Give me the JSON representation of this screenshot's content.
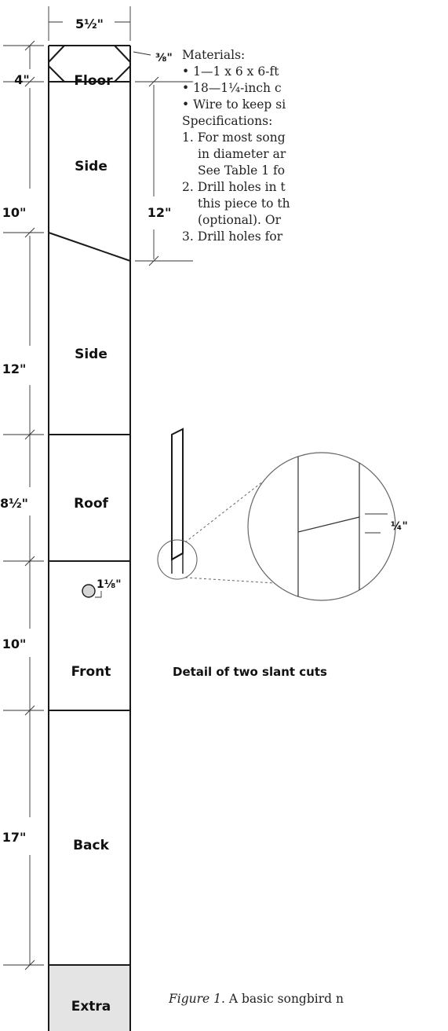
{
  "board": {
    "width_label": "5½\"",
    "corner_label": "⅜\"",
    "sections": [
      {
        "name": "Floor",
        "dim": "4\""
      },
      {
        "name": "Side",
        "dim": "10\""
      },
      {
        "name": "Side",
        "dim": "12\""
      },
      {
        "name": "Roof",
        "dim": "8½\""
      },
      {
        "name": "Front",
        "dim": "10\""
      },
      {
        "name": "Back",
        "dim": "17\""
      },
      {
        "name": "Extra",
        "dim": ""
      }
    ],
    "side_height_label": "12\"",
    "hole_label": "1⅛\""
  },
  "detail": {
    "thickness_label": "¼\"",
    "caption": "Detail of two slant cuts"
  },
  "text": {
    "materials_heading": "Materials:",
    "materials": [
      "1—1 x 6 x 6-ft",
      "18—1¼-inch c",
      "Wire to keep si"
    ],
    "specs_heading": "Specifications:",
    "specs": [
      {
        "line1": "1. For most song",
        "line2": "in diameter ar",
        "line3": "See Table 1 fo"
      },
      {
        "line1": "2. Drill holes in t",
        "line2": "this piece to th",
        "line3": "(optional). Or"
      },
      {
        "line1": "3. Drill holes for"
      }
    ]
  },
  "figure": {
    "label": "Figure 1.",
    "caption": " A basic songbird n"
  },
  "colors": {
    "ink": "#1a1a1a",
    "extra_fill": "#e4e4e4",
    "hole_fill": "#d6d6d6"
  }
}
